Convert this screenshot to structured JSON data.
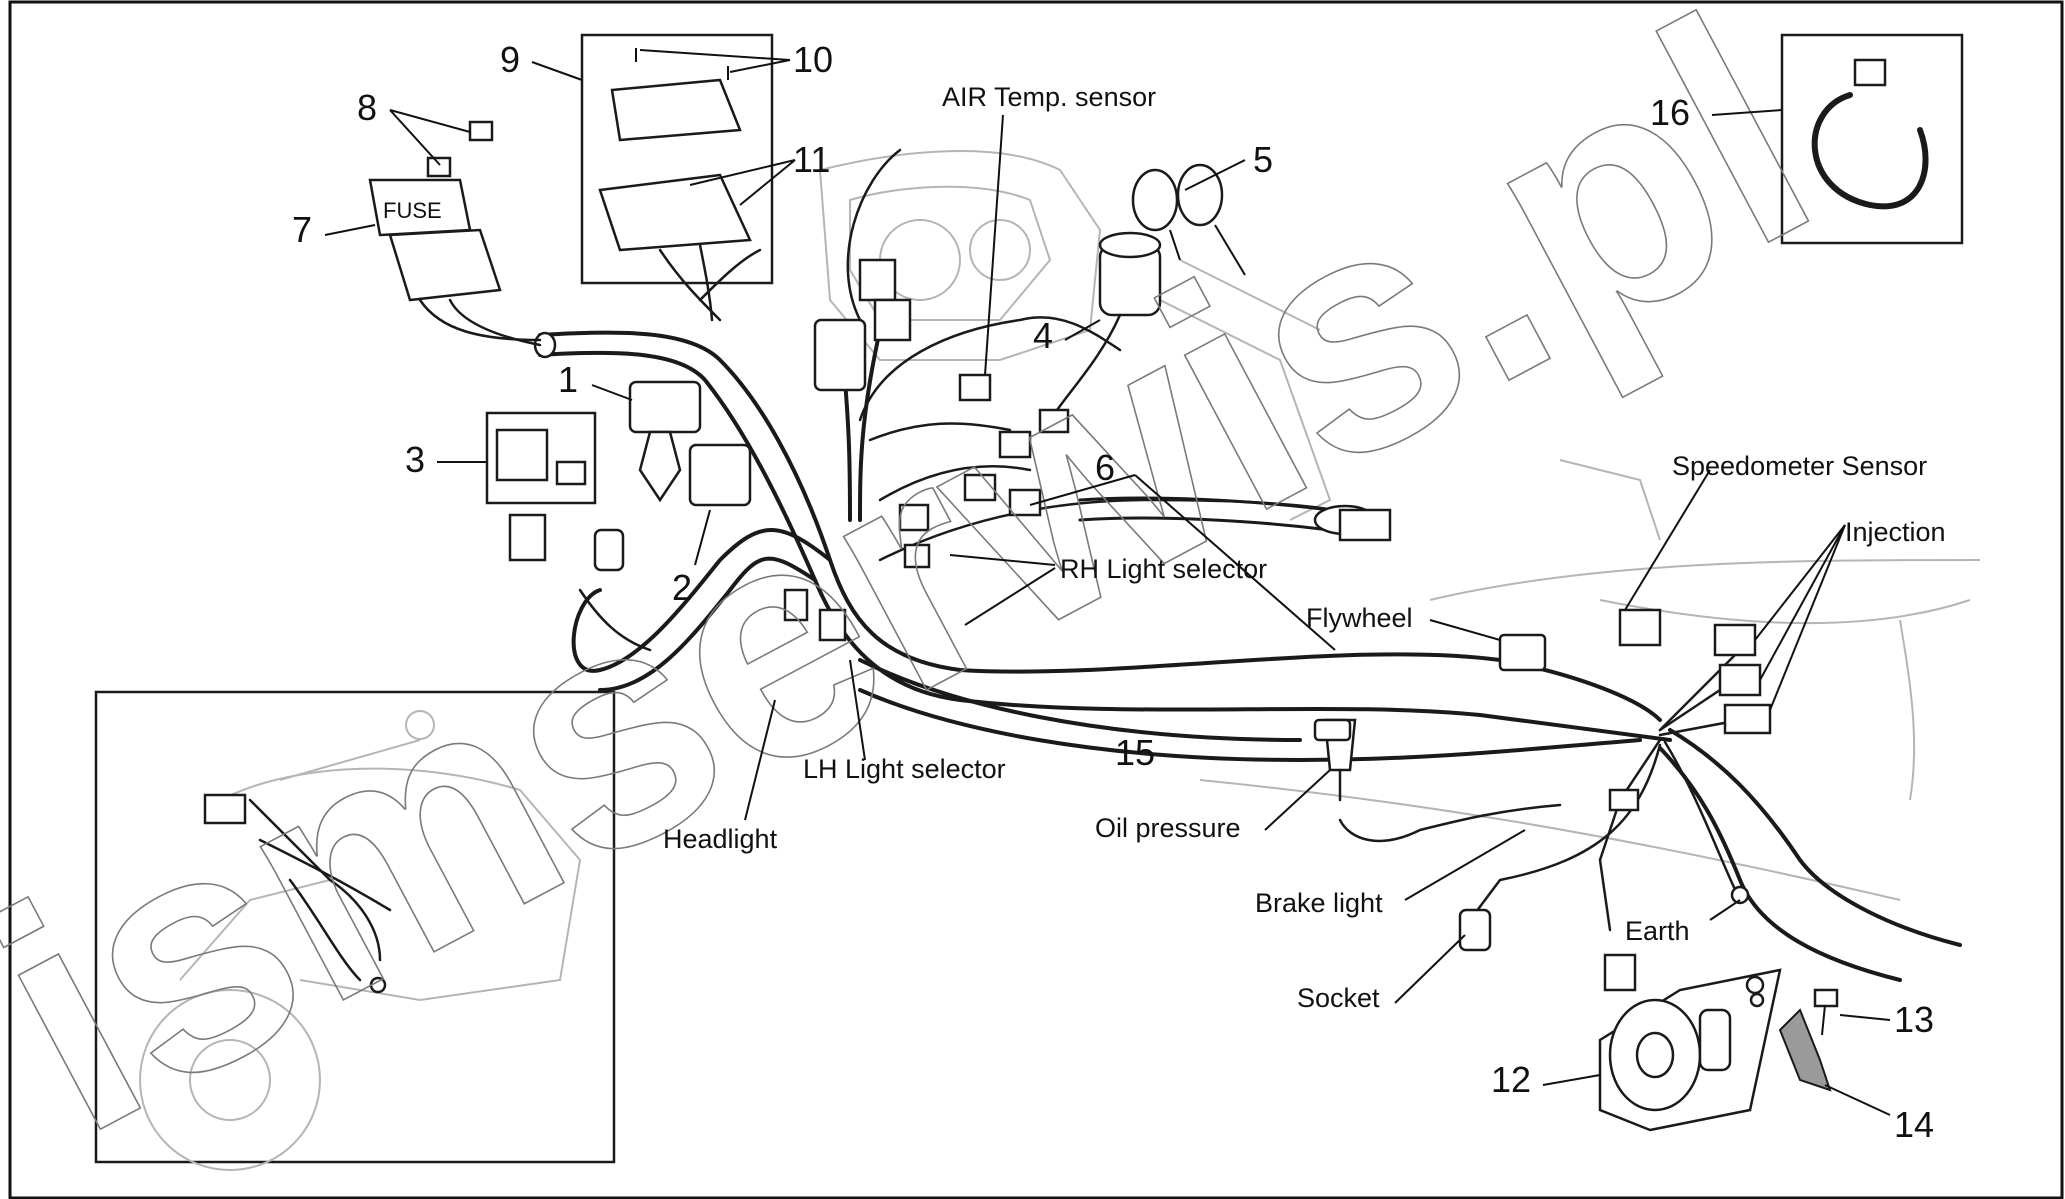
{
  "watermark": "ismserwis.pl",
  "part_numbers": [
    "1",
    "2",
    "3",
    "4",
    "5",
    "6",
    "7",
    "8",
    "9",
    "10",
    "11",
    "12",
    "13",
    "14",
    "15",
    "16"
  ],
  "labels": {
    "air_temp_sensor": "AIR Temp. sensor",
    "rh_light_selector": "RH Light selector",
    "lh_light_selector": "LH Light selector",
    "headlight": "Headlight",
    "flywheel": "Flywheel",
    "oil_pressure": "Oil pressure",
    "brake_light": "Brake light",
    "socket": "Socket",
    "earth": "Earth",
    "speedometer_sensor": "Speedometer Sensor",
    "injection": "Injection"
  },
  "fuse_box_text": "FUSE"
}
